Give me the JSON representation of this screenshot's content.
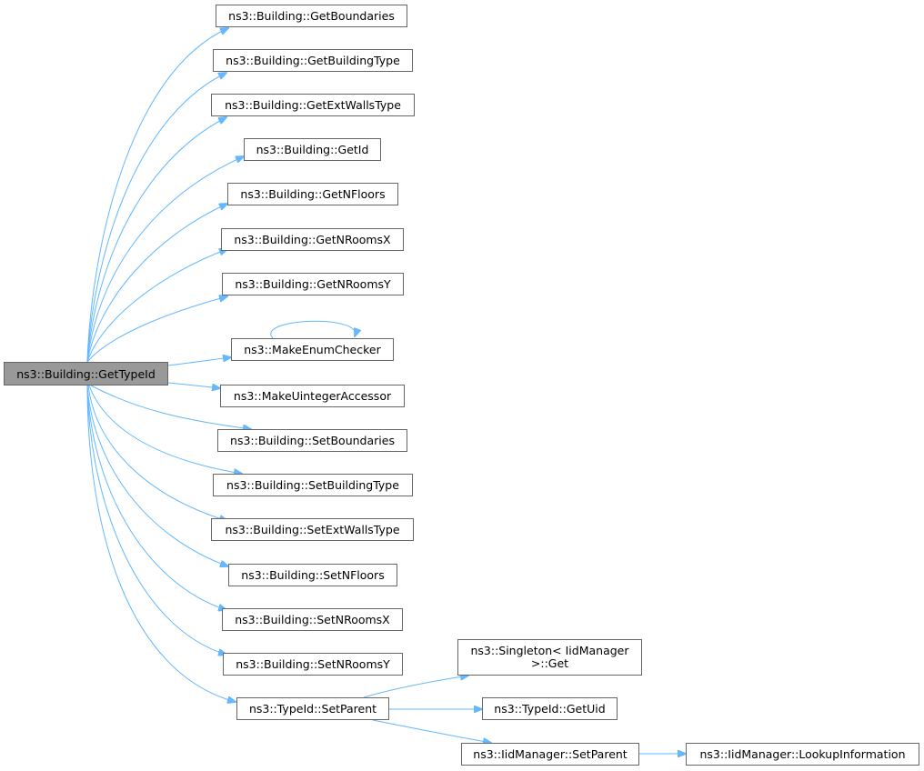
{
  "colors": {
    "edge": "#63b8ff",
    "node_border": "#666666",
    "root_fill": "#999999"
  },
  "root": {
    "label": "ns3::Building::GetTypeId"
  },
  "nodes": {
    "n_getboundaries": "ns3::Building::GetBoundaries",
    "n_getbuildingtype": "ns3::Building::GetBuildingType",
    "n_getextwallstype": "ns3::Building::GetExtWallsType",
    "n_getid": "ns3::Building::GetId",
    "n_getnfloors": "ns3::Building::GetNFloors",
    "n_getnroomsx": "ns3::Building::GetNRoomsX",
    "n_getnroomsy": "ns3::Building::GetNRoomsY",
    "n_makeenumchecker": "ns3::MakeEnumChecker",
    "n_makeuintegeraccessor": "ns3::MakeUintegerAccessor",
    "n_setboundaries": "ns3::Building::SetBoundaries",
    "n_setbuildingtype": "ns3::Building::SetBuildingType",
    "n_setextwallstype": "ns3::Building::SetExtWallsType",
    "n_setnfloors": "ns3::Building::SetNFloors",
    "n_setnroomsx": "ns3::Building::SetNRoomsX",
    "n_setnroomsy": "ns3::Building::SetNRoomsY",
    "n_typeid_setparent": "ns3::TypeId::SetParent",
    "n_singleton_get": "ns3::Singleton< IidManager >::Get",
    "n_typeid_getuid": "ns3::TypeId::GetUid",
    "n_iidmanager_setparent": "ns3::IidManager::SetParent",
    "n_iidmanager_lookupinformation": "ns3::IidManager::LookupInformation"
  },
  "edges": [
    [
      "root",
      "n_getboundaries"
    ],
    [
      "root",
      "n_getbuildingtype"
    ],
    [
      "root",
      "n_getextwallstype"
    ],
    [
      "root",
      "n_getid"
    ],
    [
      "root",
      "n_getnfloors"
    ],
    [
      "root",
      "n_getnroomsx"
    ],
    [
      "root",
      "n_getnroomsy"
    ],
    [
      "root",
      "n_makeenumchecker"
    ],
    [
      "n_makeenumchecker",
      "n_makeenumchecker"
    ],
    [
      "root",
      "n_makeuintegeraccessor"
    ],
    [
      "root",
      "n_setboundaries"
    ],
    [
      "root",
      "n_setbuildingtype"
    ],
    [
      "root",
      "n_setextwallstype"
    ],
    [
      "root",
      "n_setnfloors"
    ],
    [
      "root",
      "n_setnroomsx"
    ],
    [
      "root",
      "n_setnroomsy"
    ],
    [
      "root",
      "n_typeid_setparent"
    ],
    [
      "n_typeid_setparent",
      "n_singleton_get"
    ],
    [
      "n_typeid_setparent",
      "n_typeid_getuid"
    ],
    [
      "n_typeid_setparent",
      "n_iidmanager_setparent"
    ],
    [
      "n_iidmanager_setparent",
      "n_iidmanager_lookupinformation"
    ]
  ]
}
